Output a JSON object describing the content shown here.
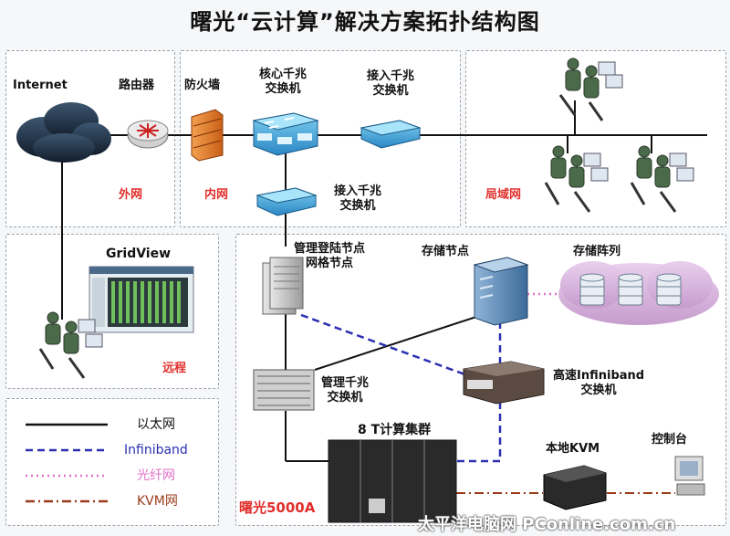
{
  "title": "曙光“云计算”解决方案拓扑结构图",
  "nodes": {
    "internet": "Internet",
    "router": "路由器",
    "firewall": "防火墙",
    "core_switch": [
      "核心千兆",
      "交换机"
    ],
    "access_switch_top": [
      "接入千兆",
      "交换机"
    ],
    "access_switch_mid": [
      "接入千兆",
      "交换机"
    ],
    "mgmt_node": [
      "管理登陆节点",
      "网格节点"
    ],
    "storage_node": "存储节点",
    "storage_array": "存储阵列",
    "mgmt_switch": [
      "管理千兆",
      "交换机"
    ],
    "ib_switch": [
      "高速Infiniband",
      "交换机"
    ],
    "cluster": "8 T计算集群",
    "local_kvm": "本地KVM",
    "console": "控制台",
    "gridview": "GridView"
  },
  "zones": {
    "outer": "外网",
    "inner": "内网",
    "lan": "局域网",
    "remote": "远程",
    "system": "曙光5000A"
  },
  "legend": [
    {
      "label": "以太网",
      "color": "#111111",
      "style": "solid"
    },
    {
      "label": "Infiniband",
      "color": "#2b2fb0",
      "style": "dash"
    },
    {
      "label": "光纤网",
      "color": "#e070c8",
      "style": "dot"
    },
    {
      "label": "KVM网",
      "color": "#9b3a1a",
      "style": "dashdot"
    }
  ],
  "watermark": "太平洋电脑网 PConline.com.cn",
  "colors": {
    "accent_red": "#e0302c",
    "ib_blue": "#2b2fb0",
    "fiber_pink": "#e070c8",
    "kvm_brown": "#9b3a1a"
  }
}
